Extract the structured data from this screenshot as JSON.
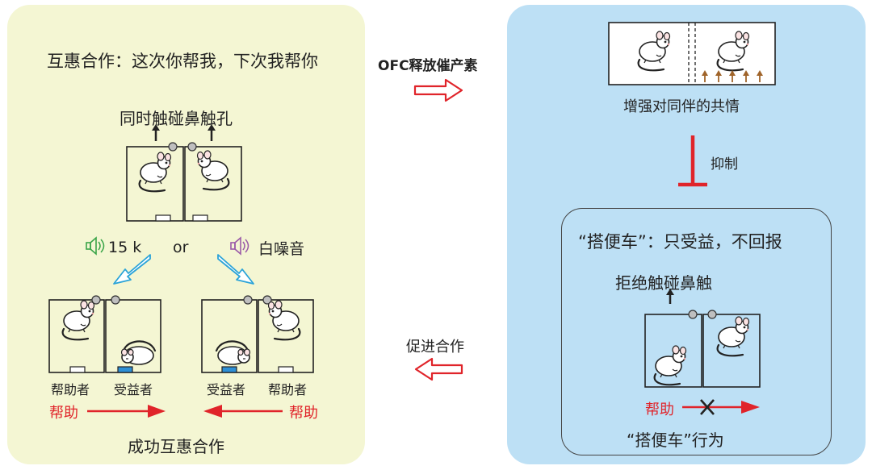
{
  "left_panel": {
    "title": "互惠合作：这次你帮我，下次我帮你",
    "touch_label": "同时触碰鼻触孔",
    "sound_left": "15 k",
    "or_label": "or",
    "sound_right": "白噪音",
    "helper_left": "帮助者",
    "beneficiary_left": "受益者",
    "beneficiary_right": "受益者",
    "helper_right": "帮助者",
    "help_left": "帮助",
    "help_right": "帮助",
    "bottom_caption": "成功互惠合作"
  },
  "middle": {
    "ofc_label": "OFC释放催产素",
    "promote_label": "促进合作"
  },
  "right_panel": {
    "empathy_label": "增强对同伴的共情",
    "inhibit_label": "抑制",
    "freerider_title": "“搭便车”：只受益，不回报",
    "refuse_label": "拒绝触碰鼻触",
    "help_label": "帮助",
    "freerider_caption": "“搭便车”行为"
  },
  "colors": {
    "left_bg": "#f4f6d3",
    "right_bg": "#bde0f5",
    "red": "#e0242a",
    "blue_arrow": "#2aa3d8",
    "green_speaker": "#3aa548",
    "purple_speaker": "#9a5aa8",
    "oxytocin_arrow": "#a0642a"
  }
}
